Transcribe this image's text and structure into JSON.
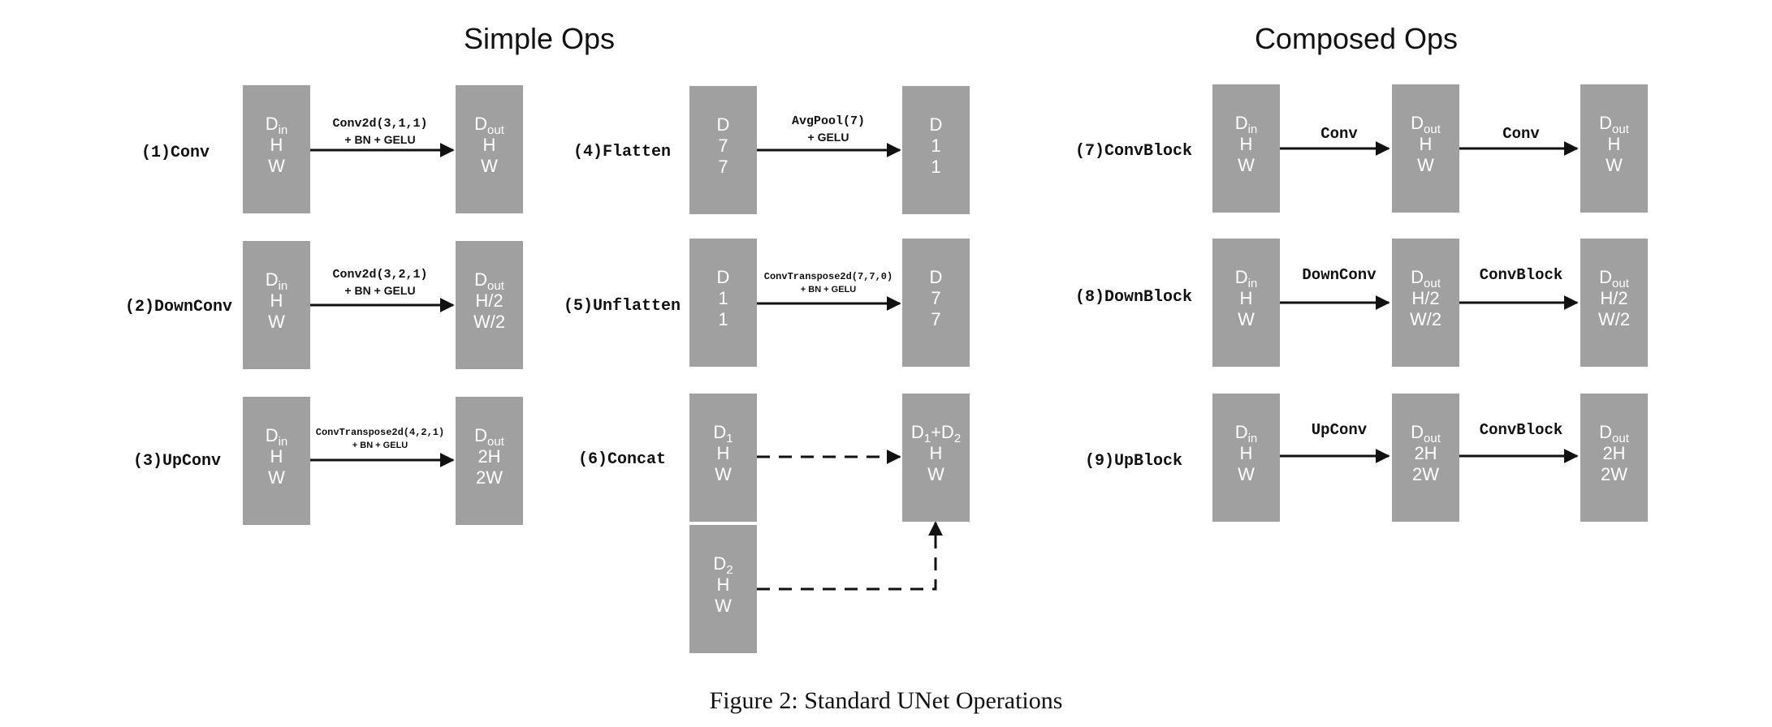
{
  "titles": {
    "simple": "Simple Ops",
    "composed": "Composed Ops"
  },
  "caption": "Figure 2: Standard UNet Operations",
  "ops": [
    {
      "num": "(1)",
      "name": "Conv",
      "edge": [
        "Conv2d(3,1,1)",
        "+ BN + GELU"
      ]
    },
    {
      "num": "(2)",
      "name": "DownConv",
      "edge": [
        "Conv2d(3,2,1)",
        "+ BN + GELU"
      ]
    },
    {
      "num": "(3)",
      "name": "UpConv",
      "edge": [
        "ConvTranspose2d(4,2,1)",
        "+ BN + GELU"
      ]
    },
    {
      "num": "(4)",
      "name": "Flatten",
      "edge": [
        "AvgPool(7)",
        "+ GELU"
      ]
    },
    {
      "num": "(5)",
      "name": "Unflatten",
      "edge": [
        "ConvTranspose2d(7,7,0)",
        "+ BN + GELU"
      ]
    },
    {
      "num": "(6)",
      "name": "Concat"
    },
    {
      "num": "(7)",
      "name": "ConvBlock",
      "edges": [
        "Conv",
        "Conv"
      ]
    },
    {
      "num": "(8)",
      "name": "DownBlock",
      "edges": [
        "DownConv",
        "ConvBlock"
      ]
    },
    {
      "num": "(9)",
      "name": "UpBlock",
      "edges": [
        "UpConv",
        "ConvBlock"
      ]
    }
  ],
  "dims": {
    "in": [
      "D|in",
      "H",
      "W"
    ],
    "out": [
      "D|out",
      "H",
      "W"
    ],
    "out_half": [
      "D|out",
      "H/2",
      "W/2"
    ],
    "out_double": [
      "D|out",
      "2H",
      "2W"
    ],
    "d77": [
      "D",
      "7",
      "7"
    ],
    "d11": [
      "D",
      "1",
      "1"
    ],
    "d1": [
      "D|1",
      "H",
      "W"
    ],
    "d2": [
      "D|2",
      "H",
      "W"
    ],
    "d12": [
      "D|1|+D|2",
      "H",
      "W"
    ]
  }
}
